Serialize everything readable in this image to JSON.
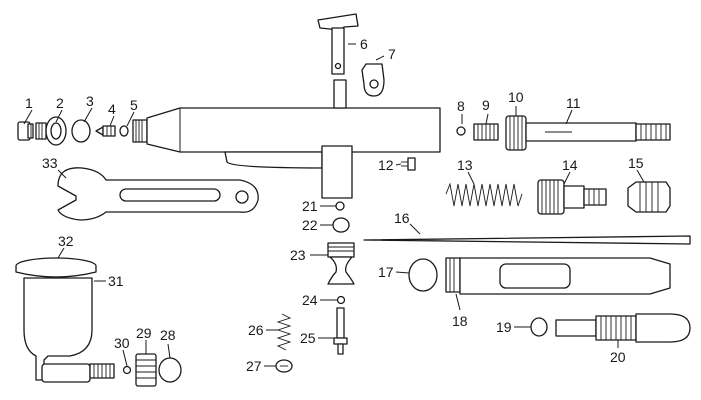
{
  "diagram": {
    "parts": [
      {
        "label": "1"
      },
      {
        "label": "2"
      },
      {
        "label": "3"
      },
      {
        "label": "4"
      },
      {
        "label": "5"
      },
      {
        "label": "6"
      },
      {
        "label": "7"
      },
      {
        "label": "8"
      },
      {
        "label": "9"
      },
      {
        "label": "10"
      },
      {
        "label": "11"
      },
      {
        "label": "12"
      },
      {
        "label": "13"
      },
      {
        "label": "14"
      },
      {
        "label": "15"
      },
      {
        "label": "16"
      },
      {
        "label": "17"
      },
      {
        "label": "18"
      },
      {
        "label": "19"
      },
      {
        "label": "20"
      },
      {
        "label": "21"
      },
      {
        "label": "22"
      },
      {
        "label": "23"
      },
      {
        "label": "24"
      },
      {
        "label": "25"
      },
      {
        "label": "26"
      },
      {
        "label": "27"
      },
      {
        "label": "28"
      },
      {
        "label": "29"
      },
      {
        "label": "30"
      },
      {
        "label": "31"
      },
      {
        "label": "32"
      },
      {
        "label": "33"
      }
    ]
  }
}
